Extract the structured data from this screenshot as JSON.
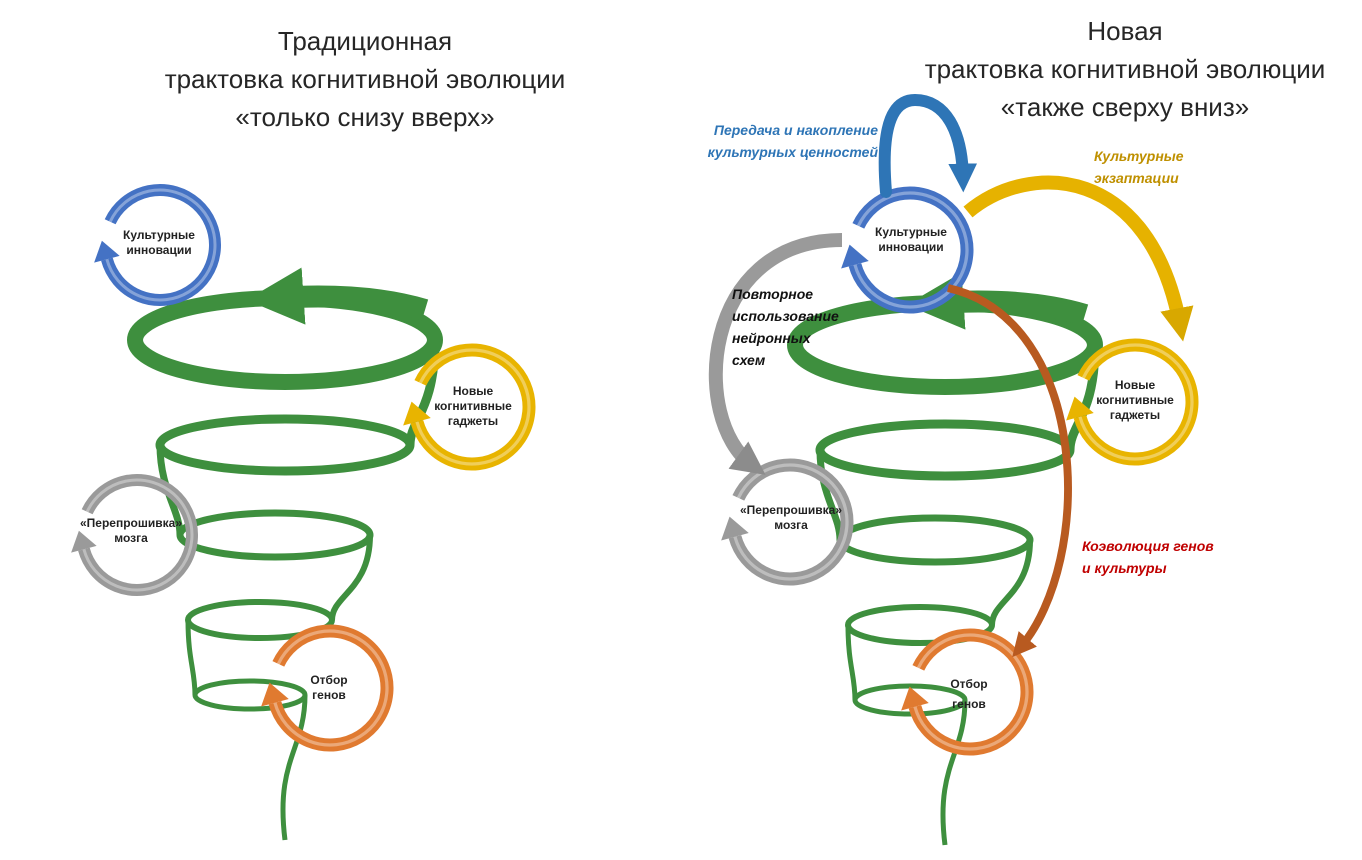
{
  "left_panel": {
    "title_lines": [
      "Традиционная",
      "трактовка когнитивной эволюции",
      "«только снизу вверх»"
    ],
    "nodes": {
      "culture": [
        "Культурные",
        "инновации"
      ],
      "gadgets": [
        "Новые",
        "когнитивные",
        "гаджеты"
      ],
      "brain": [
        "«Перепрошивка»",
        "мозга"
      ],
      "genes": [
        "Отбор",
        "генов"
      ]
    }
  },
  "right_panel": {
    "title_lines": [
      "Новая",
      "трактовка когнитивной эволюции",
      "«также сверху вниз»"
    ],
    "nodes": {
      "culture": [
        "Культурные",
        "инновации"
      ],
      "gadgets": [
        "Новые",
        "когнитивные",
        "гаджеты"
      ],
      "brain": [
        "«Перепрошивка»",
        "мозга"
      ],
      "genes": [
        "Отбор",
        "генов"
      ]
    },
    "annotations": {
      "transmission": [
        "Передача и накопление",
        "культурных ценностей"
      ],
      "exaptation": [
        "Культурные",
        "экзаптации"
      ],
      "reuse": [
        "Повторное",
        "использование",
        "нейронных",
        "схем"
      ],
      "coevolution": [
        "Коэволюция генов",
        "и культуры"
      ]
    }
  },
  "colors": {
    "spiral": "#3e8f3e",
    "culture": "#4472c4",
    "gadgets": "#e8b400",
    "brain": "#9a9a9a",
    "genes": "#e07a30",
    "transmission_text": "#2e75b6",
    "exaptation_text": "#bf9000",
    "reuse_text": "#111111",
    "coevolution_text": "#c00000"
  }
}
